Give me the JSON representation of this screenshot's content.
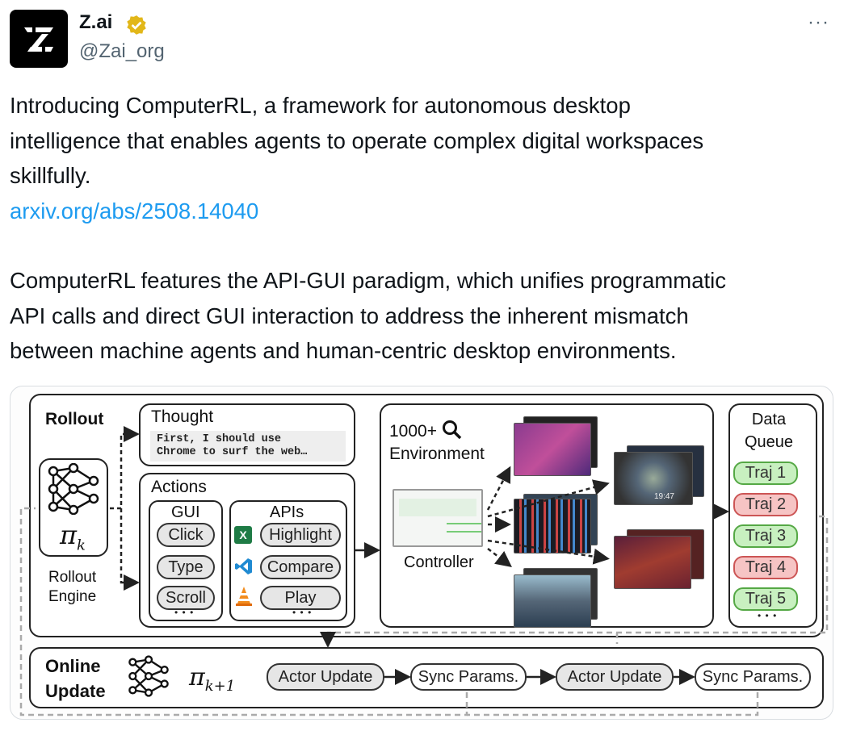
{
  "author": {
    "name": "Z.ai",
    "handle": "@Zai_org",
    "verified": true,
    "more_label": "···"
  },
  "tweet": {
    "lines1": [
      "Introducing ComputerRL, a framework for autonomous desktop",
      "intelligence that enables agents to operate complex digital workspaces",
      "skillfully."
    ],
    "link": "arxiv.org/abs/2508.14040",
    "lines2": [
      "ComputerRL features the API-GUI paradigm, which unifies programmatic",
      "API calls and direct GUI interaction to address the inherent mismatch",
      "between machine agents and human-centric desktop environments."
    ]
  },
  "diagram": {
    "rollout": "Rollout",
    "policy": "π",
    "policy_sub": "k",
    "engine": [
      "Rollout",
      "Engine"
    ],
    "thought": "Thought",
    "thought_text": [
      "First, I should use",
      "Chrome to surf the web…"
    ],
    "actions": "Actions",
    "gui": "GUI",
    "gui_items": [
      "Click",
      "Type",
      "Scroll"
    ],
    "apis": "APIs",
    "api_items": [
      "Highlight",
      "Compare",
      "Play"
    ],
    "env": [
      "1000+",
      "Environment"
    ],
    "controller": "Controller",
    "clock": "19:47",
    "queue": [
      "Data",
      "Queue"
    ],
    "trajs": [
      "Traj 1",
      "Traj 2",
      "Traj 3",
      "Traj 4",
      "Traj 5"
    ],
    "online": [
      "Online",
      "Update"
    ],
    "policy2_sub": "k+1",
    "flow": [
      "Actor Update",
      "Sync Params.",
      "Actor Update",
      "Sync Params."
    ],
    "ellipsis": "• • •"
  },
  "colors": {
    "link": "#1d9bf0",
    "traj_ok": "#c8f0c0",
    "traj_fail": "#f6c4c4"
  }
}
